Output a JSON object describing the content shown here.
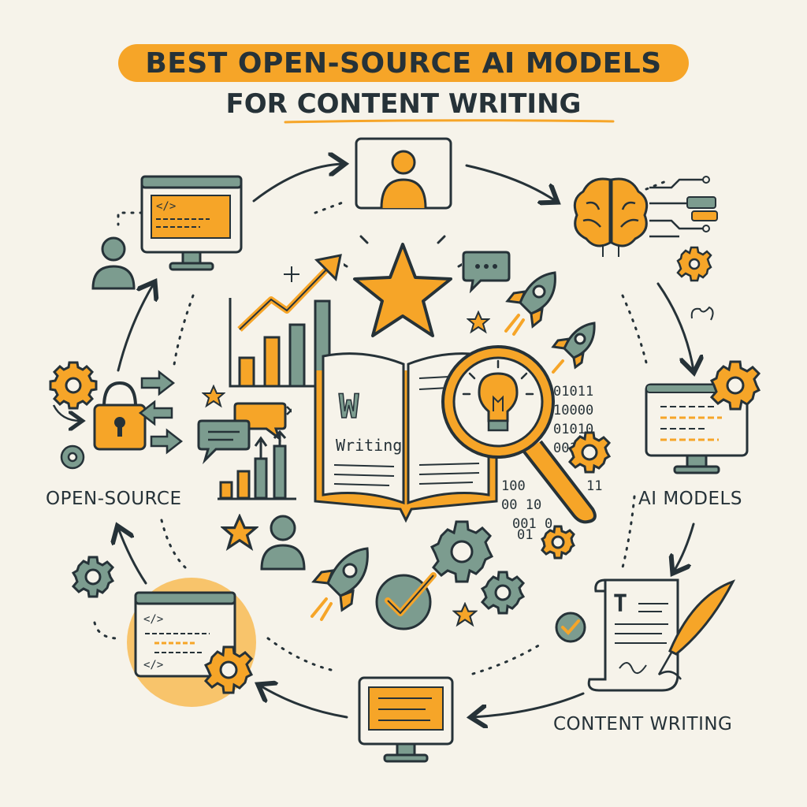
{
  "title": {
    "line1": "BEST OPEN-SOURCE AI MODELS",
    "line2": "FOR CONTENT WRITING"
  },
  "labels": {
    "open_source": "OPEN-SOURCE",
    "ai_models": "AI MODELS",
    "content_writing": "CONTENT WRITING"
  },
  "book": {
    "letter": "W",
    "word": "Writing"
  },
  "code_tag": "</>",
  "document_letter": "T",
  "binary": {
    "right": [
      "01011",
      "10000",
      "01010",
      "00110"
    ],
    "lower": [
      "100",
      "00 10",
      "001 0",
      "11",
      "01"
    ]
  },
  "colors": {
    "orange": "#f6a528",
    "slate": "#7c9c8f",
    "ink": "#263238",
    "background": "#f6f3ea"
  }
}
